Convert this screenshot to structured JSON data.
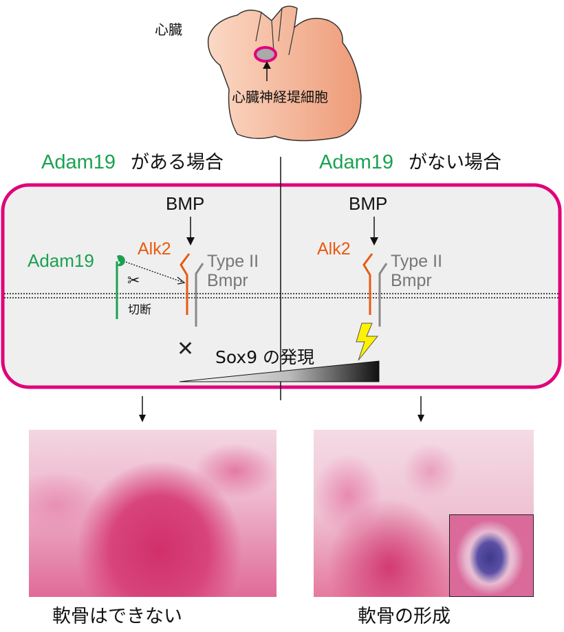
{
  "heart": {
    "label": "心臓",
    "cell_label": "心臓神経堤細胞"
  },
  "left_case": {
    "title_gene": "Adam19",
    "title_suffix": "がある場合",
    "bmp": "BMP",
    "alk2": "Alk2",
    "type2_line1": "Type II",
    "type2_line2": "Bmpr",
    "adam19": "Adam19",
    "cleavage": "切断",
    "caption": "軟骨はできない"
  },
  "right_case": {
    "title_gene": "Adam19",
    "title_suffix": "がない場合",
    "bmp": "BMP",
    "alk2": "Alk2",
    "type2_line1": "Type II",
    "type2_line2": "Bmpr",
    "caption": "軟骨の形成"
  },
  "sox9_label": "Sox9 の発現",
  "colors": {
    "frame": "#e0007a",
    "adam19": "#1aa150",
    "alk2": "#e85a10",
    "type2": "#808080",
    "heart_fill": "#f6c3a6",
    "lightning": "#fff200"
  }
}
